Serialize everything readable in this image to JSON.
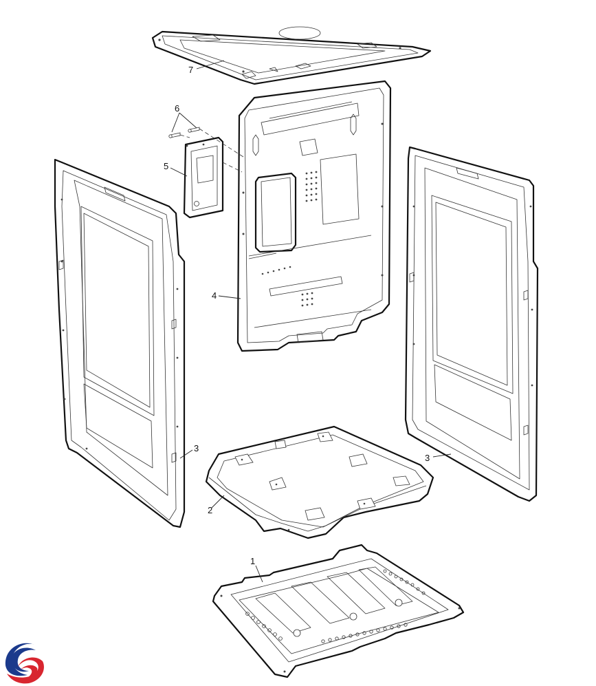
{
  "diagram": {
    "callouts": [
      {
        "id": "1",
        "label": "1"
      },
      {
        "id": "2",
        "label": "2"
      },
      {
        "id": "3-left",
        "label": "3"
      },
      {
        "id": "3-right",
        "label": "3"
      },
      {
        "id": "4",
        "label": "4"
      },
      {
        "id": "5",
        "label": "5"
      },
      {
        "id": "6",
        "label": "6"
      },
      {
        "id": "7",
        "label": "7"
      }
    ],
    "parts": [
      {
        "id": "1",
        "part": "base-tray"
      },
      {
        "id": "2",
        "part": "bottom-panel"
      },
      {
        "id": "3",
        "part": "side-panel"
      },
      {
        "id": "4",
        "part": "rear-panel"
      },
      {
        "id": "5",
        "part": "cover-plate"
      },
      {
        "id": "6",
        "part": "screws"
      },
      {
        "id": "7",
        "part": "top-panel"
      }
    ],
    "logo": {
      "icon": "brand-logo-icon",
      "colors": {
        "blue": "#1b3a8c",
        "red": "#d8262f"
      }
    }
  }
}
